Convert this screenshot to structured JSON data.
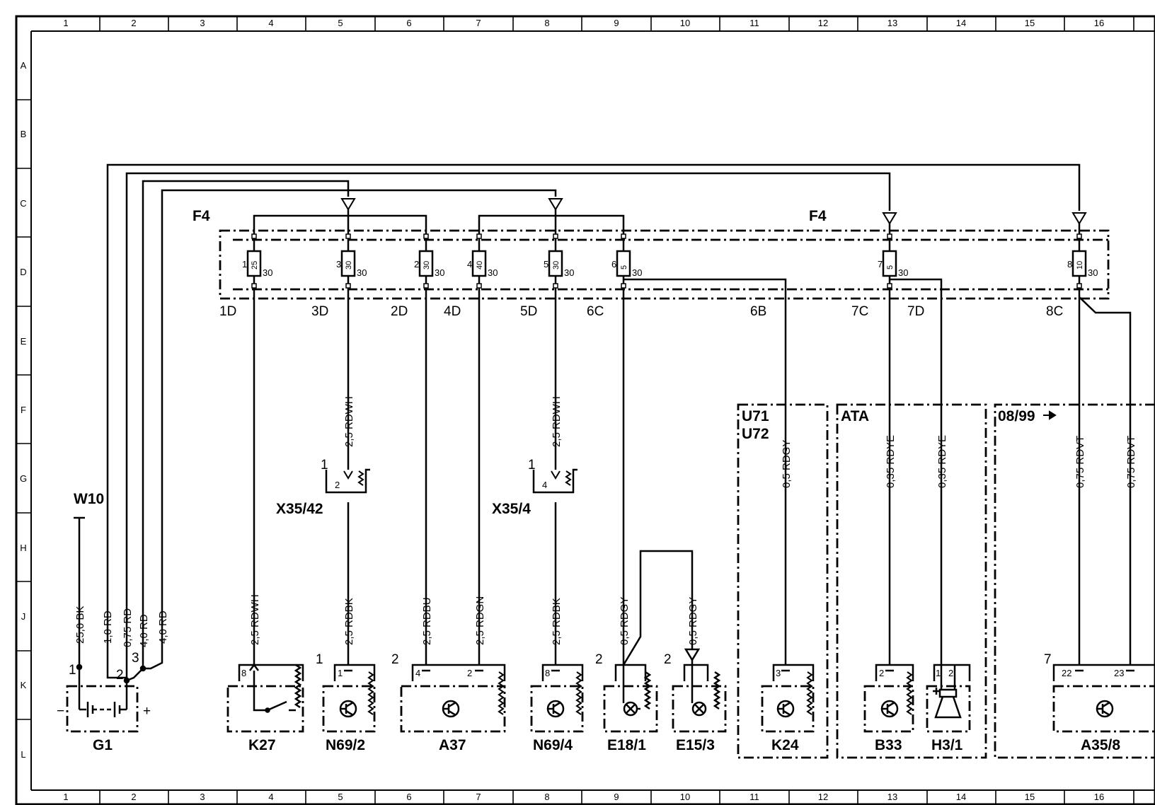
{
  "grid": {
    "columns": [
      "1",
      "2",
      "3",
      "4",
      "5",
      "6",
      "7",
      "8",
      "9",
      "10",
      "11",
      "12",
      "13",
      "14",
      "15",
      "16"
    ],
    "rows": [
      "A",
      "B",
      "C",
      "D",
      "E",
      "F",
      "G",
      "H",
      "J",
      "K",
      "L"
    ]
  },
  "labels": {
    "f4_left": "F4",
    "f4_right": "F4",
    "x35_42": "X35/42",
    "x35_4": "X35/4",
    "w10": "W10",
    "u71": "U71",
    "u72": "U72",
    "ata": "ATA",
    "date_note": "08/99",
    "minus": "−",
    "plus": "+"
  },
  "fuses": [
    {
      "num": "1",
      "amps": "25",
      "bus": "30"
    },
    {
      "num": "3",
      "amps": "30",
      "bus": "30"
    },
    {
      "num": "2",
      "amps": "30",
      "bus": "30"
    },
    {
      "num": "4",
      "amps": "40",
      "bus": "30"
    },
    {
      "num": "5",
      "amps": "30",
      "bus": "30"
    },
    {
      "num": "6",
      "amps": "5",
      "bus": "30"
    },
    {
      "num": "7",
      "amps": "5",
      "bus": "30"
    },
    {
      "num": "8",
      "amps": "10",
      "bus": "30"
    }
  ],
  "fuse_connectors": [
    "1D",
    "3D",
    "2D",
    "4D",
    "5D",
    "6C",
    "6B",
    "7C",
    "7D",
    "8C"
  ],
  "wires": [
    {
      "label": "25,0 BK"
    },
    {
      "label": "1,0 RD"
    },
    {
      "label": "0,75 RD"
    },
    {
      "label": "4,0 RD"
    },
    {
      "label": "4,0 RD"
    },
    {
      "label": "2,5 RDWH"
    },
    {
      "label": "2,5 RDWH"
    },
    {
      "label": "2,5 RDBK"
    },
    {
      "label": "2,5 RDBU"
    },
    {
      "label": "2,5 RDGN"
    },
    {
      "label": "2,5 RDWH"
    },
    {
      "label": "2,5 RDBK"
    },
    {
      "label": "0,5 RDGY"
    },
    {
      "label": "0,5 RDGY"
    },
    {
      "label": "0,5 RDGY"
    },
    {
      "label": "0,35 RDYE"
    },
    {
      "label": "0,35 RDYE"
    },
    {
      "label": "0,75 RDVT"
    },
    {
      "label": "0,75 RDVT"
    }
  ],
  "components": [
    {
      "name": "G1"
    },
    {
      "name": "K27"
    },
    {
      "name": "N69/2"
    },
    {
      "name": "A37"
    },
    {
      "name": "N69/4"
    },
    {
      "name": "E18/1"
    },
    {
      "name": "E15/3"
    },
    {
      "name": "K24"
    },
    {
      "name": "B33"
    },
    {
      "name": "H3/1"
    },
    {
      "name": "A35/8"
    }
  ],
  "pins": {
    "g1_1": "1",
    "g1_2": "2",
    "g1_3": "3",
    "x35_42_1": "1",
    "x35_42_2": "2",
    "x35_4_1": "1",
    "x35_4_4": "4",
    "k27_8": "8",
    "n69_2_1a": "1",
    "n69_2_1b": "1",
    "a37_2": "2",
    "a37_4": "4",
    "a37_2b": "2",
    "n69_4_8": "8",
    "e18_1_2": "2",
    "e15_3_2": "2",
    "k24_3": "3",
    "b33_2": "2",
    "h3_1_1": "1",
    "h3_1_2": "2",
    "a35_8_7": "7",
    "a35_8_22": "22",
    "a35_8_23": "23"
  }
}
